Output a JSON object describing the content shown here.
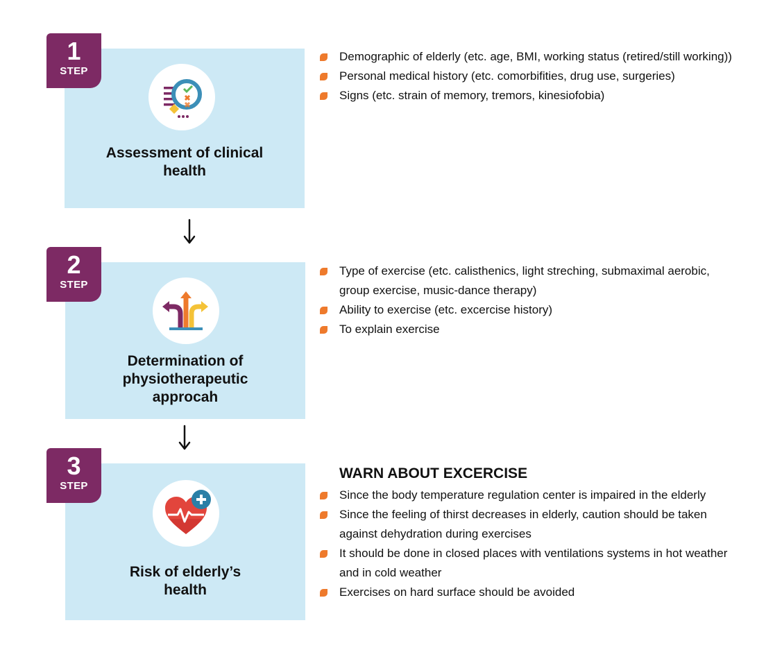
{
  "steps": [
    {
      "number": "1",
      "step_label": "STEP",
      "title": "Assessment of clinical health",
      "bullets": [
        "Demographic of elderly (etc. age, BMI, working status (retired/still working))",
        "Personal medical history (etc. comorbifities, drug use, surgeries)",
        "Signs (etc. strain of memory, tremors, kinesiofobia)"
      ]
    },
    {
      "number": "2",
      "step_label": "STEP",
      "title": "Determination of physiotherapeutic approcah",
      "bullets": [
        "Type of exercise (etc. calisthenics, light streching, submaximal aerobic, group exercise, music-dance therapy)",
        "Ability to exercise (etc. excercise history)",
        "To explain exercise"
      ]
    },
    {
      "number": "3",
      "step_label": "STEP",
      "title": "Risk of elderly’s health",
      "heading": "WARN ABOUT EXCERCISE",
      "bullets": [
        "Since the body temperature regulation center is impaired in the elderly",
        "Since the feeling of thirst decreases in elderly, caution should be taken against dehydration during exercises",
        "It should be done in closed places with ventilations systems in hot weather and in cold weather",
        "Exercises on hard surface should be avoided"
      ]
    }
  ],
  "icons": [
    "magnifier-checklist-icon",
    "diverging-arrows-icon",
    "heart-pulse-plus-icon"
  ],
  "colors": {
    "card": "#cde9f5",
    "badge": "#7d2a64",
    "bullet": "#ee7a2c"
  }
}
